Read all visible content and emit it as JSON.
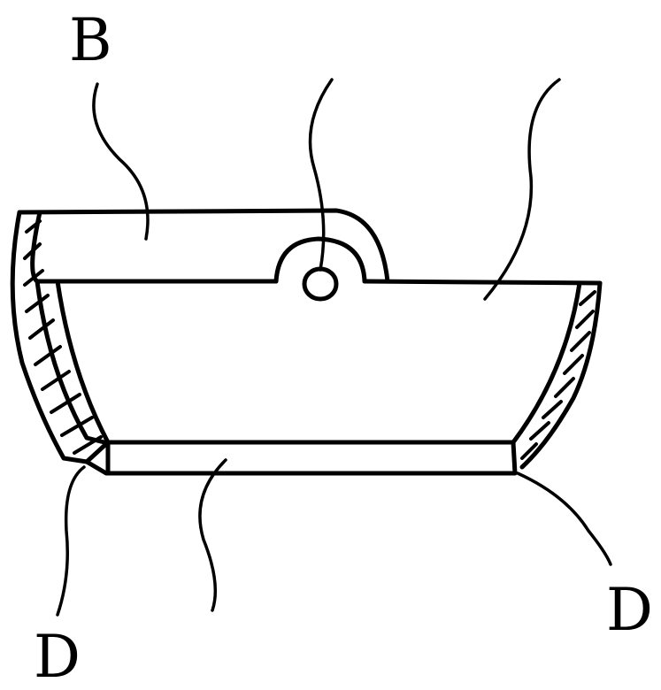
{
  "labels": {
    "top_left": "B",
    "bottom_left": "D",
    "bottom_right": "D"
  },
  "colors": {
    "ink": "#000000",
    "paper": "#ffffff"
  }
}
